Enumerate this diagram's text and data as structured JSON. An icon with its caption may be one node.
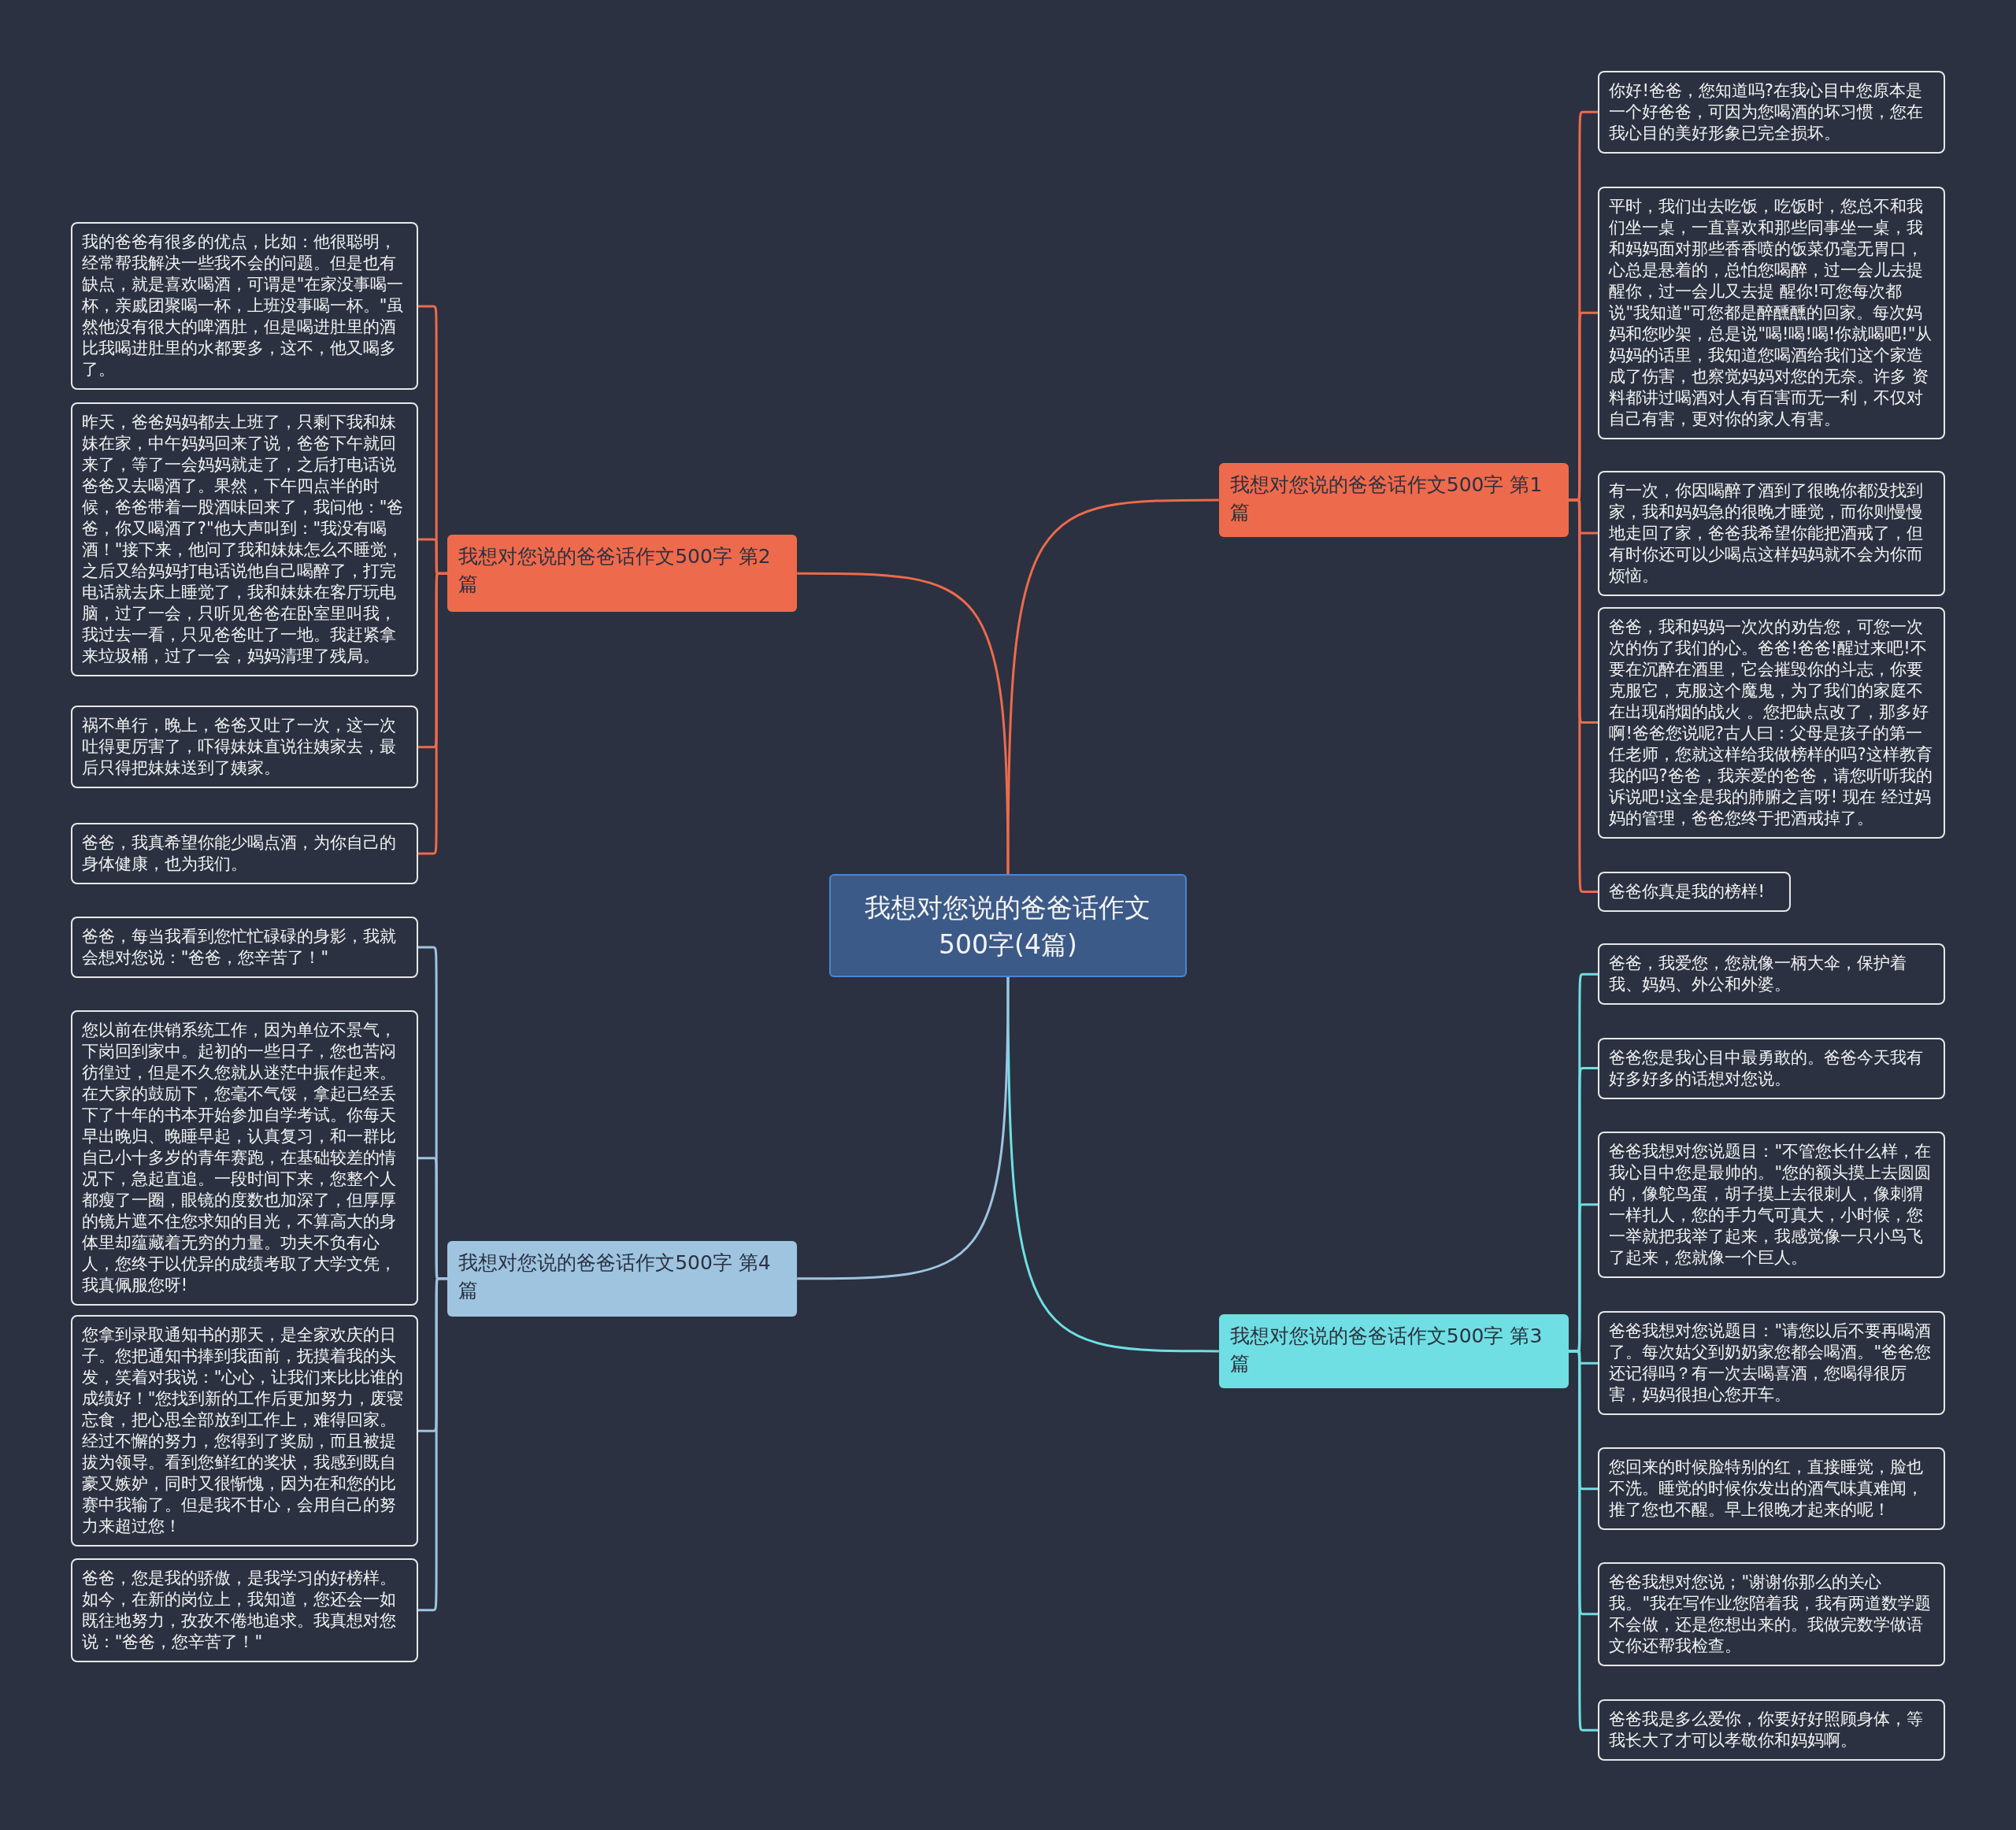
{
  "diagram": {
    "nodes": [
      {
        "text": [
          "我想对您说的爸爸话作文500字(4篇)"
        ]
      },
      {
        "text": [
          "我想对您说的爸爸话作文500字 第1篇"
        ]
      },
      {
        "text": [
          "你好!爸爸，您知道吗?在我心目中您原本是一个好爸爸，可因为您喝酒的坏习惯，您在我心目的美好形象已完全损坏。"
        ]
      },
      {
        "text": [
          "平时，我们出去吃饭，吃饭时，您总不和我们坐一桌，一直喜欢和那些同事坐一桌，我和妈妈面对那些香香喷的饭菜仍毫无胃口，心总是悬着的，总怕您喝醉，过一会儿去提醒你，过一会儿又去提 醒你!可您每次都说\"我知道\"可您都是醉醺醺的回家。每次妈妈和您吵架，总是说\"喝!喝!喝!你就喝吧!\"从妈妈的话里，我知道您喝酒给我们这个家造成了伤害，也察觉妈妈对您的无奈。许多 资料都讲过喝酒对人有百害而无一利，不仅对自己有害，更对你的家人有害。"
        ]
      },
      {
        "text": [
          "有一次，你因喝醉了酒到了很晚你都没找到家，我和妈妈急的很晚才睡觉，而你则慢慢地走回了家，爸爸我希望你能把酒戒了，但有时你还可以少喝点这样妈妈就不会为你而烦恼。"
        ]
      },
      {
        "text": [
          "爸爸，我和妈妈一次次的劝告您，可您一次次的伤了我们的心。爸爸!爸爸!醒过来吧!不要在沉醉在酒里，它会摧毁你的斗志，你要克服它，克服这个魔鬼，为了我们的家庭不在出现硝烟的战火 。您把缺点改了，那多好啊!爸爸您说呢?古人曰：父母是孩子的第一任老师，您就这样给我做榜样的吗?这样教育我的吗?爸爸，我亲爱的爸爸，请您听听我的诉说吧!这全是我的肺腑之言呀! 现在 经过妈妈的管理，爸爸您终于把酒戒掉了。"
        ]
      },
      {
        "text": [
          "爸爸你真是我的榜样!"
        ]
      },
      {
        "text": [
          "我想对您说的爸爸话作文500字 第2篇"
        ]
      },
      {
        "text": [
          "我的爸爸有很多的优点，比如：他很聪明，经常帮我解决一些我不会的问题。但是也有缺点，就是喜欢喝酒，可谓是\"在家没事喝一杯，亲戚团聚喝一杯，上班没事喝一杯。\"虽然他没有很大的啤酒肚，但是喝进肚里的酒比我喝进肚里的水都要多，这不，他又喝多了。"
        ]
      },
      {
        "text": [
          "昨天，爸爸妈妈都去上班了，只剩下我和妹妹在家，中午妈妈回来了说，爸爸下午就回来了，等了一会妈妈就走了，之后打电话说爸爸又去喝酒了。果然，下午四点半的时候，爸爸带着一股酒味回来了，我问他：\"爸爸，你又喝酒了?\"他大声叫到：\"我没有喝酒！\"接下来，他问了我和妹妹怎么不睡觉，之后又给妈妈打电话说他自己喝醉了，打完电话就去床上睡觉了，我和妹妹在客厅玩电脑，过了一会，只听见爸爸在卧室里叫我，我过去一看，只见爸爸吐了一地。我赶紧拿来垃圾桶，过了一会，妈妈清理了残局。"
        ]
      },
      {
        "text": [
          "祸不单行，晚上，爸爸又吐了一次，这一次吐得更厉害了，吓得妹妹直说往姨家去，最后只得把妹妹送到了姨家。"
        ]
      },
      {
        "text": [
          "爸爸，我真希望你能少喝点酒，为你自己的身体健康，也为我们。"
        ]
      },
      {
        "text": [
          "我想对您说的爸爸话作文500字 第3篇"
        ]
      },
      {
        "text": [
          "爸爸，我爱您，您就像一柄大伞，保护着我、妈妈、外公和外婆。"
        ]
      },
      {
        "text": [
          "爸爸您是我心目中最勇敢的。爸爸今天我有好多好多的话想对您说。"
        ]
      },
      {
        "text": [
          "爸爸我想对您说题目：\"不管您长什么样，在我心目中您是最帅的。\"您的额头摸上去圆圆的，像鸵鸟蛋，胡子摸上去很刺人，像刺猬一样扎人，您的手力气可真大，小时候，您一举就把我举了起来，我感觉像一只小鸟飞了起来，您就像一个巨人。"
        ]
      },
      {
        "text": [
          "爸爸我想对您说题目：\"请您以后不要再喝酒了。每次姑父到奶奶家您都会喝酒。\"爸爸您还记得吗？有一次去喝喜酒，您喝得很厉害，妈妈很担心您开车。"
        ]
      },
      {
        "text": [
          "您回来的时候脸特别的红，直接睡觉，脸也不洗。睡觉的时候你发出的酒气味真难闻，推了您也不醒。早上很晚才起来的呢！"
        ]
      },
      {
        "text": [
          "爸爸我想对您说；\"谢谢你那么的关心我。\"我在写作业您陪着我，我有两道数学题不会做，还是您想出来的。我做完数学做语文你还帮我检查。"
        ]
      },
      {
        "text": [
          "爸爸我是多么爱你，你要好好照顾身体，等我长大了才可以孝敬你和妈妈啊。"
        ]
      },
      {
        "text": [
          "我想对您说的爸爸话作文500字 第4篇"
        ]
      },
      {
        "text": [
          "爸爸，每当我看到您忙忙碌碌的身影，我就会想对您说：\"爸爸，您辛苦了！\""
        ]
      },
      {
        "text": [
          "您以前在供销系统工作，因为单位不景气，下岗回到家中。起初的一些日子，您也苦闷彷徨过，但是不久您就从迷茫中振作起来。在大家的鼓励下，您毫不气馁，拿起已经丢下了十年的书本开始参加自学考试。你每天早出晚归、晚睡早起，认真复习，和一群比自己小十多岁的青年赛跑，在基础较差的情况下，急起直追。一段时间下来，您整个人都瘦了一圈，眼镜的度数也加深了，但厚厚的镜片遮不住您求知的目光，不算高大的身体里却蕴藏着无穷的力量。功夫不负有心人，您终于以优异的成绩考取了大学文凭，我真佩服您呀!"
        ]
      },
      {
        "text": [
          "您拿到录取通知书的那天，是全家欢庆的日子。您把通知书捧到我面前，抚摸着我的头发，笑着对我说：\"心心，让我们来比比谁的成绩好！\"您找到新的工作后更加努力，废寝忘食，把心思全部放到工作上，难得回家。经过不懈的努力，您得到了奖励，而且被提拔为领导。看到您鲜红的奖状，我感到既自豪又嫉妒，同时又很惭愧，因为在和您的比赛中我输了。但是我不甘心，会用自己的努力来超过您！"
        ]
      },
      {
        "text": [
          "爸爸，您是我的骄傲，是我学习的好榜样。如今，在新的岗位上，我知道，您还会一如既往地努力，孜孜不倦地追求。我真想对您说：\"爸爸，您辛苦了！\""
        ]
      }
    ],
    "edges": [
      {
        "from": 0,
        "to": 1,
        "arrow": "none"
      },
      {
        "from": 1,
        "to": 2,
        "arrow": "none"
      },
      {
        "from": 1,
        "to": 3,
        "arrow": "none"
      },
      {
        "from": 1,
        "to": 4,
        "arrow": "none"
      },
      {
        "from": 1,
        "to": 5,
        "arrow": "none"
      },
      {
        "from": 1,
        "to": 6,
        "arrow": "none"
      },
      {
        "from": 0,
        "to": 7,
        "arrow": "none"
      },
      {
        "from": 7,
        "to": 8,
        "arrow": "none"
      },
      {
        "from": 7,
        "to": 9,
        "arrow": "none"
      },
      {
        "from": 7,
        "to": 10,
        "arrow": "none"
      },
      {
        "from": 7,
        "to": 11,
        "arrow": "none"
      },
      {
        "from": 0,
        "to": 12,
        "arrow": "none",
        "color": "#6fdfe3"
      },
      {
        "from": 12,
        "to": 13,
        "arrow": "none",
        "color": "#6fdfe3"
      },
      {
        "from": 12,
        "to": 14,
        "arrow": "none",
        "color": "#6fdfe3"
      },
      {
        "from": 12,
        "to": 15,
        "arrow": "none",
        "color": "#6fdfe3"
      },
      {
        "from": 12,
        "to": 16,
        "arrow": "none",
        "color": "#6fdfe3"
      },
      {
        "from": 12,
        "to": 17,
        "arrow": "none",
        "color": "#6fdfe3"
      },
      {
        "from": 12,
        "to": 18,
        "arrow": "none",
        "color": "#6fdfe3"
      },
      {
        "from": 12,
        "to": 19,
        "arrow": "none",
        "color": "#6fdfe3"
      },
      {
        "from": 0,
        "to": 20,
        "arrow": "none",
        "color": "#9ec4e0"
      },
      {
        "from": 20,
        "to": 21,
        "arrow": "none",
        "color": "#9ec4e0"
      },
      {
        "from": 20,
        "to": 22,
        "arrow": "none",
        "color": "#9ec4e0"
      },
      {
        "from": 20,
        "to": 23,
        "arrow": "none",
        "color": "#9ec4e0"
      },
      {
        "from": 20,
        "to": 24,
        "arrow": "none",
        "color": "#9ec4e0"
      }
    ]
  }
}
